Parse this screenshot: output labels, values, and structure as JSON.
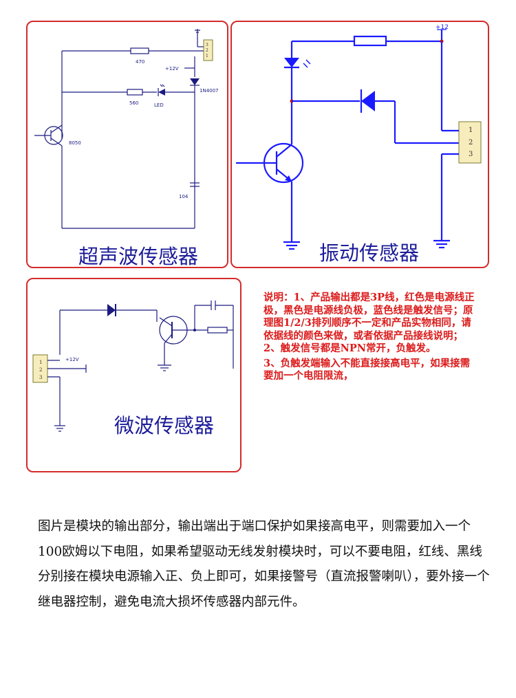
{
  "panels": {
    "ultrasonic": {
      "title": "超声波传感器",
      "labels": {
        "r1": "470",
        "vcc": "+12V",
        "diode": "1N4007",
        "r2": "560",
        "led": "LED",
        "transistor": "8050",
        "cap": "104"
      },
      "connector_pins": [
        "3",
        "2",
        "1"
      ]
    },
    "vibration": {
      "title": "振动传感器",
      "labels": {
        "vcc": "+12"
      },
      "connector_pins": [
        "1",
        "2",
        "3"
      ]
    },
    "microwave": {
      "title": "微波传感器",
      "labels": {
        "vcc": "+12V"
      },
      "connector_pins": [
        "1",
        "2",
        "3"
      ]
    }
  },
  "notes": {
    "note1": "说明：1、产品输出都是3P线，红色是电源线正极，黑色是电源线负极，蓝色线是触发信号；原理图1/2/3排列顺序不一定和产品实物相同，请依据线的颜色来做，或者依据产品接线说明；2、触发信号都是NPN常开，负触发。",
    "note2": "3、负触发端输入不能直接接高电平，如果接需要加一个电阻限流，"
  },
  "description": "图片是模块的输出部分，输出端出于端口保护如果接高电平，则需要加入一个100欧姆以下电阻，如果希望驱动无线发射模块时，可以不要电阻，红线、黑线分别接在模块电源输入正、负上即可，如果接警号（直流报警喇叭），要外接一个继电器控制，避免电流大损坏传感器内部元件。",
  "colors": {
    "frame": "#d42a2a",
    "title": "#1c1c9a",
    "note": "#dc1b1b",
    "wire": "#1a1aff",
    "schematic": "#1a1a80"
  }
}
